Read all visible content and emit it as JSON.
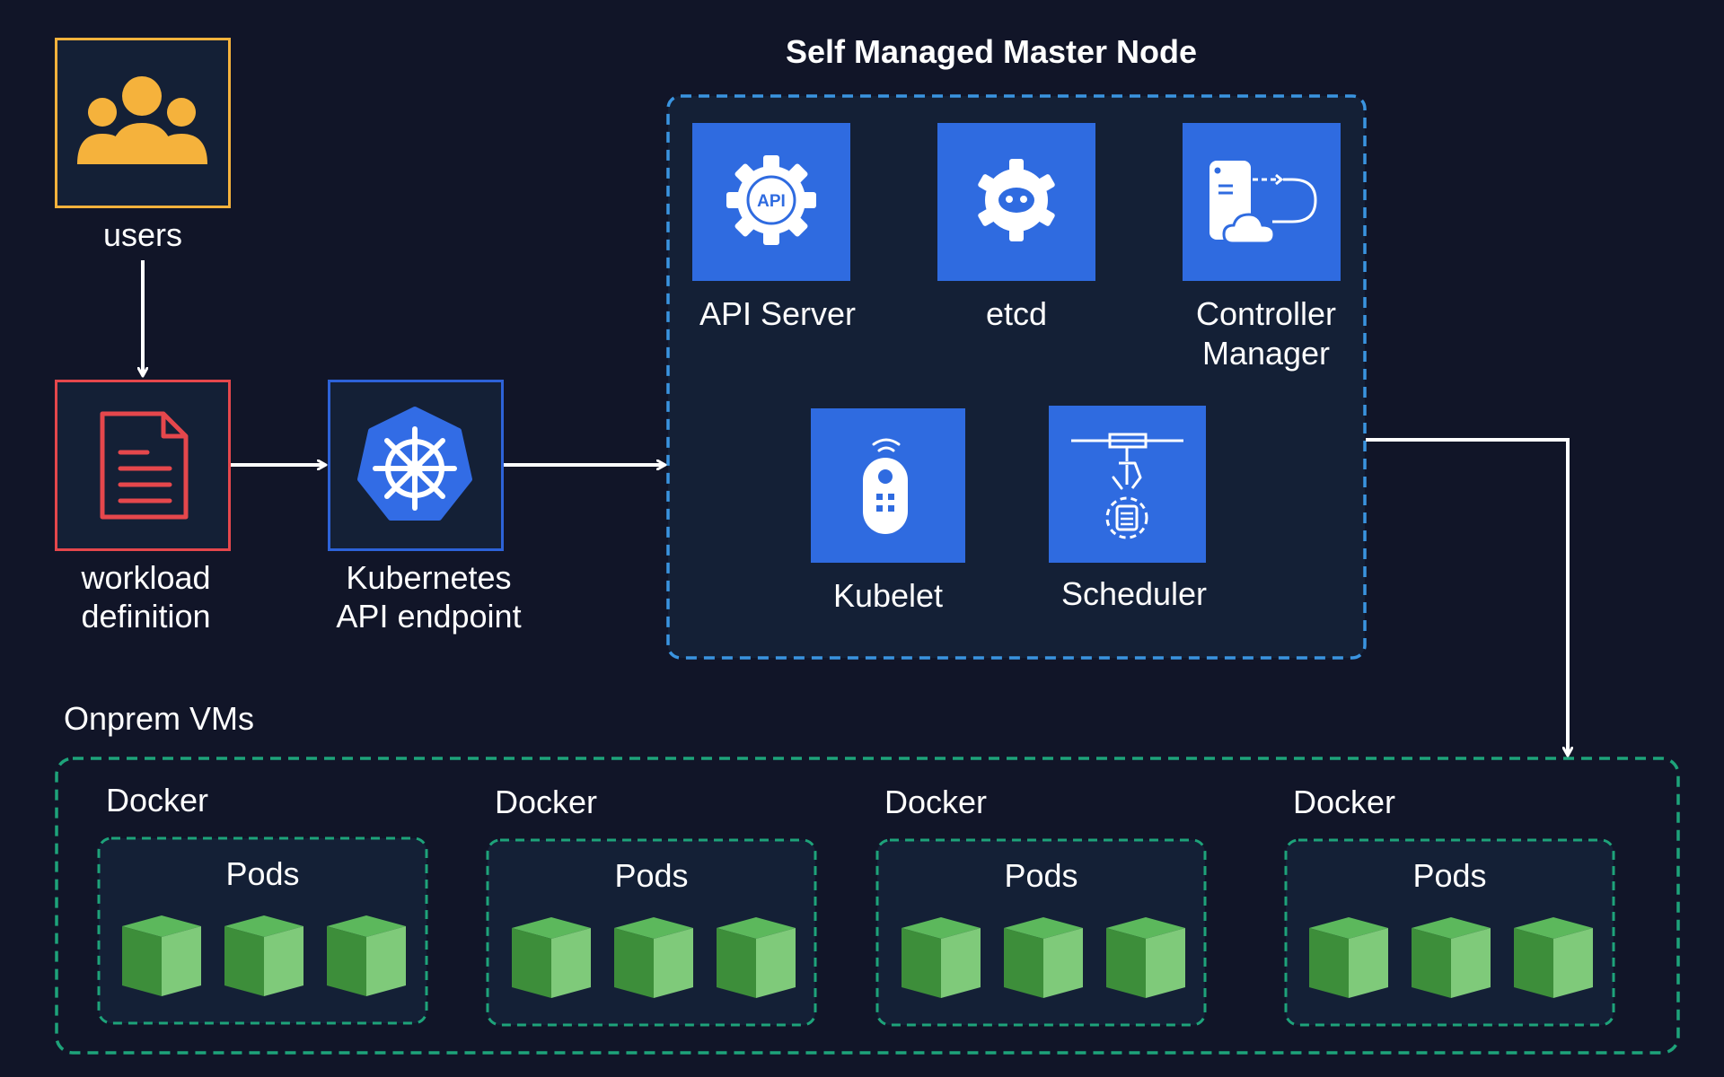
{
  "users": {
    "label": "users",
    "icon": "users-icon"
  },
  "workload": {
    "label_line1": "workload",
    "label_line2": "definition",
    "icon": "document-icon"
  },
  "endpoint": {
    "label_line1": "Kubernetes",
    "label_line2": "API endpoint",
    "icon": "kubernetes-helm-icon"
  },
  "master": {
    "title": "Self Managed Master Node",
    "components": [
      {
        "label": "API Server",
        "icon": "api-gear-icon"
      },
      {
        "label": "etcd",
        "icon": "etcd-icon"
      },
      {
        "label_line1": "Controller",
        "label_line2": "Manager",
        "icon": "controller-manager-icon"
      },
      {
        "label": "Kubelet",
        "icon": "kubelet-remote-icon"
      },
      {
        "label": "Scheduler",
        "icon": "scheduler-icon"
      }
    ]
  },
  "onprem": {
    "title": "Onprem VMs",
    "groups": [
      {
        "docker_label": "Docker",
        "pods_label": "Pods"
      },
      {
        "docker_label": "Docker",
        "pods_label": "Pods"
      },
      {
        "docker_label": "Docker",
        "pods_label": "Pods"
      },
      {
        "docker_label": "Docker",
        "pods_label": "Pods"
      }
    ]
  },
  "colors": {
    "background": "#111528",
    "users_border": "#f5b23c",
    "workload_border": "#e5474c",
    "endpoint_border": "#2d62d8",
    "master_border": "#3a94e0",
    "onprem_border": "#1ea37a",
    "component_fill": "#2f6be0",
    "cube_light": "#7fca7a",
    "cube_dark": "#3d8e3a"
  }
}
